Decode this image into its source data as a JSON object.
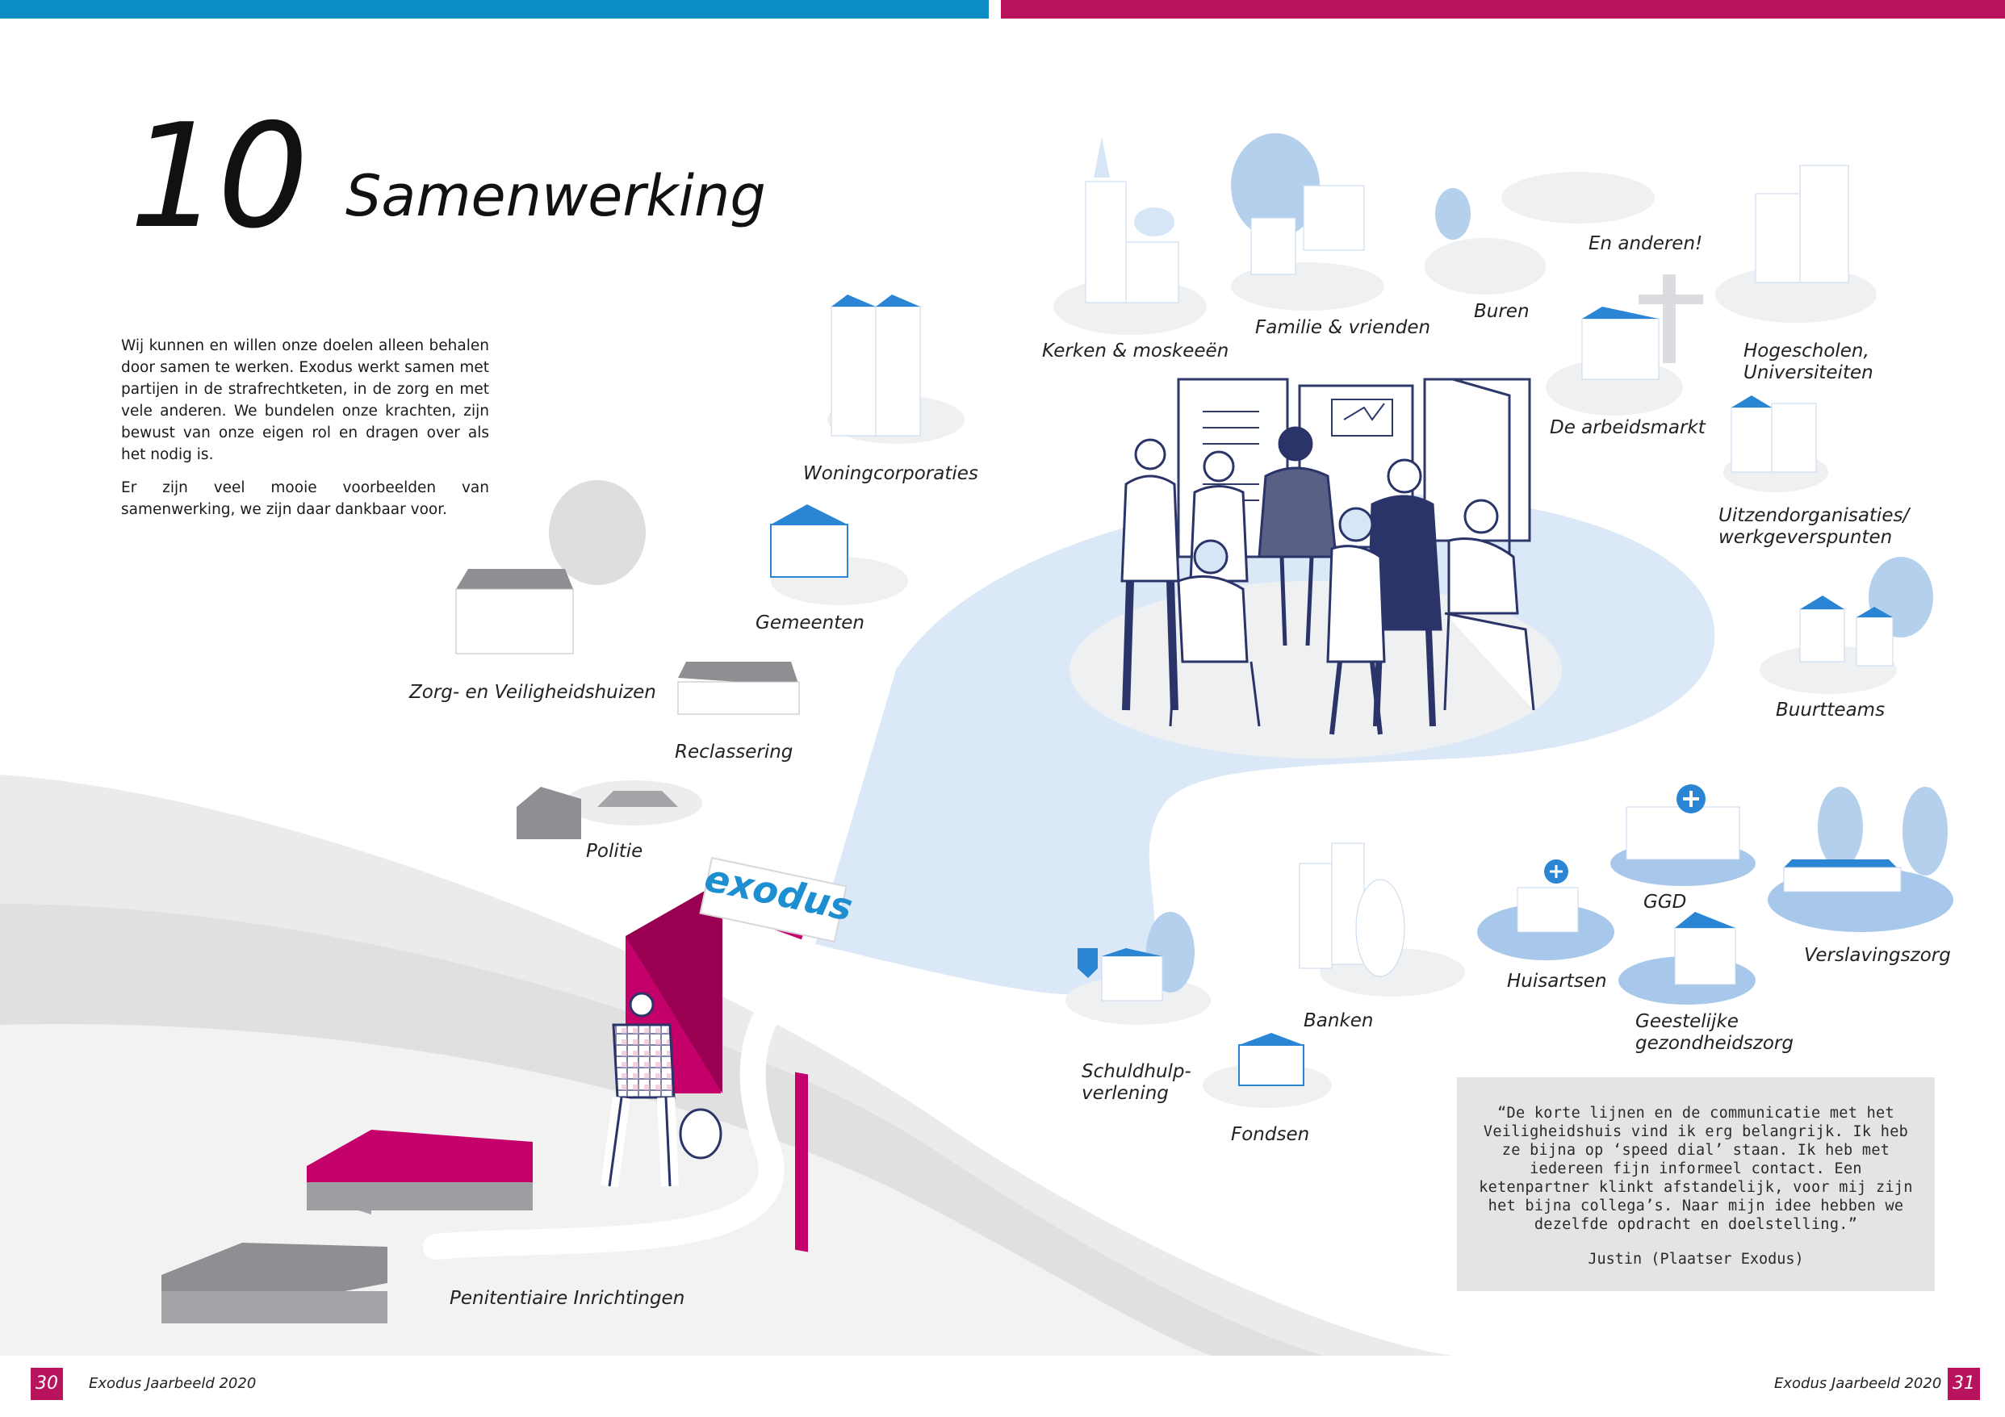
{
  "chapter": {
    "number": "10",
    "title": "Samenwerking"
  },
  "intro": {
    "paragraph1": "Wij kunnen en willen onze doelen alleen behalen door samen te werken. Exodus werkt samen met partijen in de strafrechtketen, in de zorg en met vele anderen. We bundelen onze krachten, zijn bewust van onze eigen rol en dragen over als het nodig is.",
    "paragraph2": "Er zijn veel mooie voorbeelden van samenwerking, we zijn daar dankbaar voor."
  },
  "partners": {
    "woningcorporaties": "Woningcorporaties",
    "gemeenten": "Gemeenten",
    "zorg_veiligheidshuizen": "Zorg- en Veiligheidshuizen",
    "reclassering": "Reclassering",
    "politie": "Politie",
    "penitentiaire": "Penitentiaire Inrichtingen",
    "kerken": "Kerken & moskeeën",
    "familie": "Familie & vrienden",
    "buren": "Buren",
    "anderen": "En anderen!",
    "arbeidsmarkt": "De arbeidsmarkt",
    "hogescholen_1": "Hogescholen,",
    "hogescholen_2": "Universiteiten",
    "uitzend_1": "Uitzendorganisaties/",
    "uitzend_2": "werkgeverspunten",
    "buurtteams": "Buurtteams",
    "ggd": "GGD",
    "huisartsen": "Huisartsen",
    "verslavingszorg": "Verslavingszorg",
    "ggz_1": "Geestelijke",
    "ggz_2": "gezondheidszorg",
    "banken": "Banken",
    "schuldhulp_1": "Schuldhulp-",
    "schuldhulp_2": "verlening",
    "fondsen": "Fondsen"
  },
  "logo": {
    "text": "exodus"
  },
  "quote": {
    "text": "“De korte lijnen en de communicatie met het Veiligheidshuis vind ik erg belangrijk. Ik heb ze bijna op ‘speed dial’ staan. Ik heb met iedereen fijn informeel contact. Een ketenpartner klinkt afstandelijk, voor mij zijn het bijna collega’s. Naar mijn idee hebben we dezelfde opdracht en doelstelling.”",
    "author": "Justin (Plaatser Exodus)"
  },
  "footer": {
    "left_page": "30",
    "left_text": "Exodus Jaarbeeld 2020",
    "right_text": "Exodus Jaarbeeld 2020",
    "right_page": "31"
  },
  "colors": {
    "blue": "#0a8cc4",
    "magenta": "#b8145e",
    "door_magenta": "#c4006a",
    "light_blue": "#d6e6f6",
    "building_blue": "#2a86d4",
    "grey": "#8e8f92",
    "quote_bg": "#e3e4e4"
  }
}
